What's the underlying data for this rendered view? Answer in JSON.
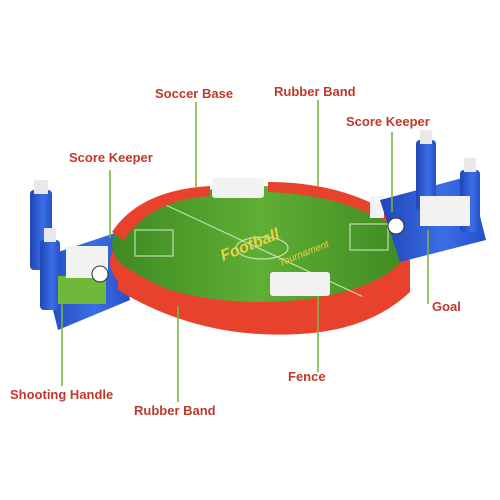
{
  "labels": {
    "soccer_base": "Soccer Base",
    "rubber_band_top": "Rubber Band",
    "score_keeper_left": "Score Keeper",
    "score_keeper_right": "Score Keeper",
    "goal": "Goal",
    "fence": "Fence",
    "shooting_handle": "Shooting Handle",
    "rubber_band_bottom": "Rubber Band"
  },
  "pitch": {
    "brand_text": "Football",
    "brand_subtext": "Tournament"
  },
  "colors": {
    "label_text": "#c0392b",
    "leader_line": "#7cb342",
    "fence_red": "#e8412c",
    "pitch_green": "#4f9a2c",
    "blue_handle": "#2f5fd6",
    "white_goal": "#f2f2f2"
  }
}
